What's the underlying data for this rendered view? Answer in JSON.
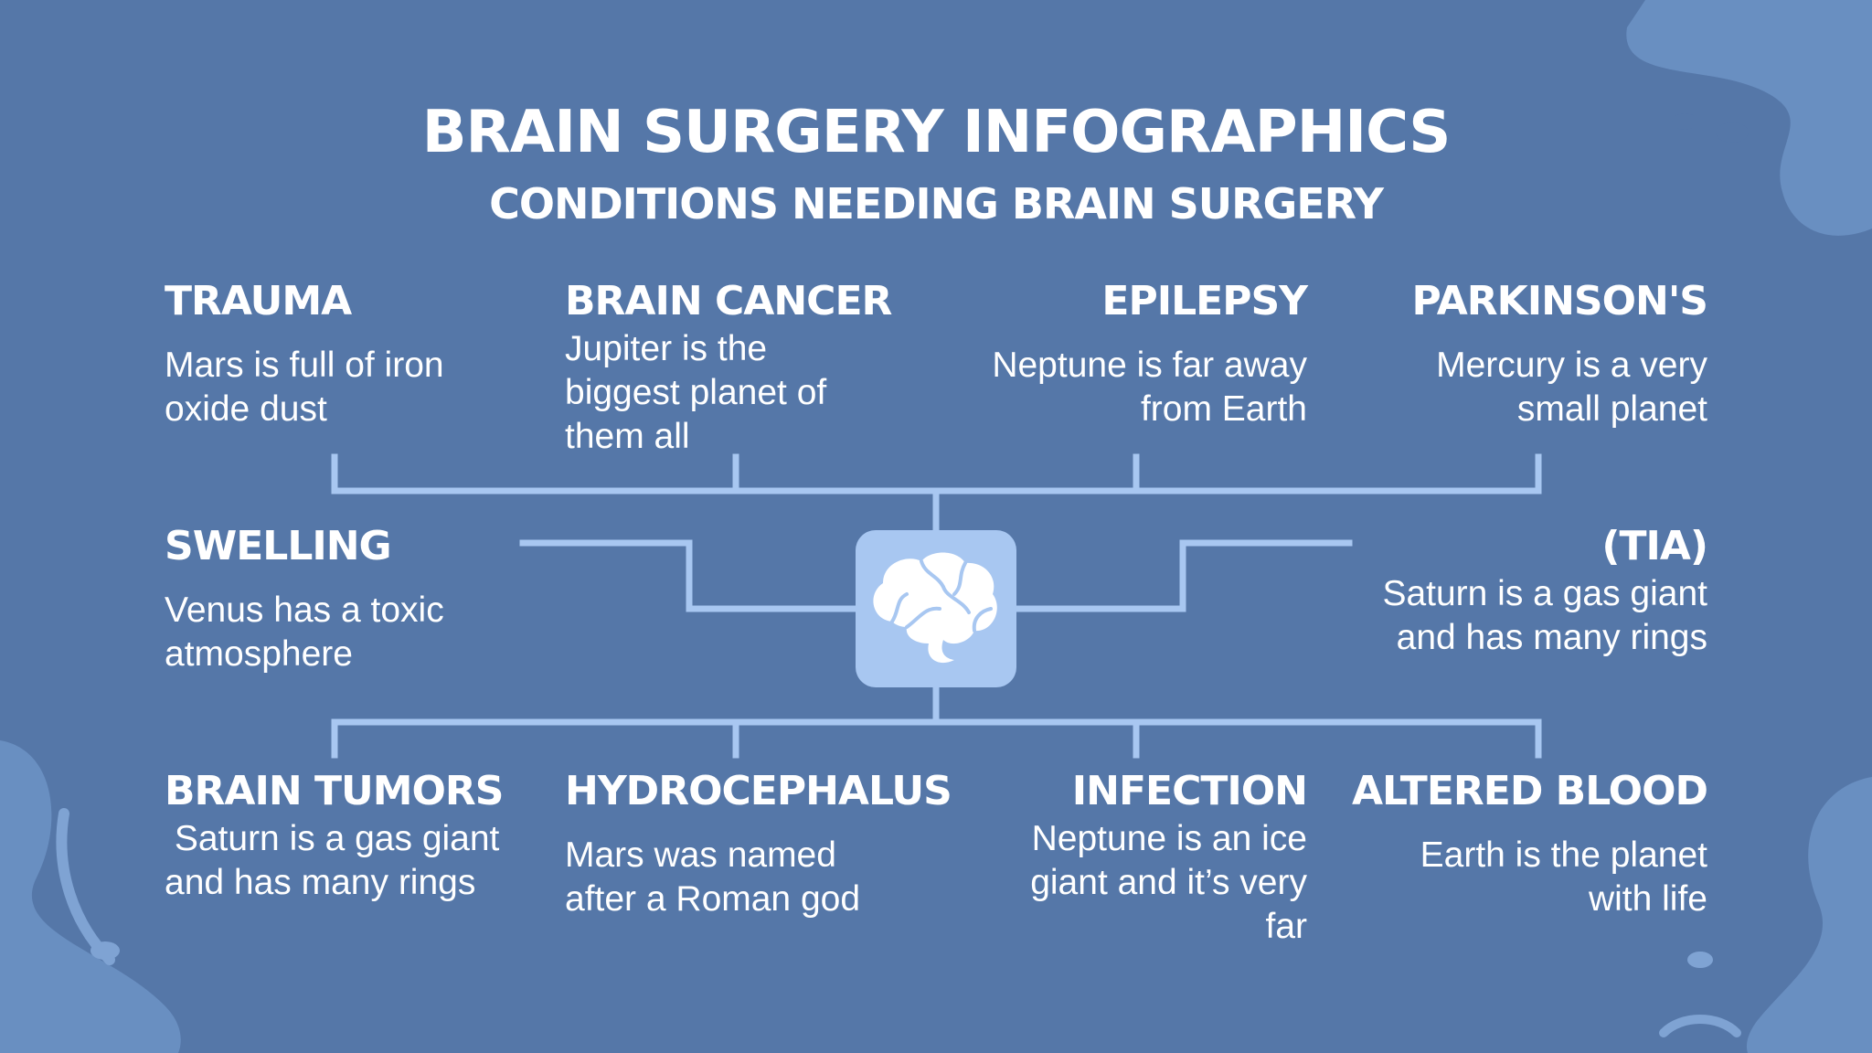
{
  "title": "BRAIN SURGERY INFOGRAPHICS",
  "subtitle": "CONDITIONS NEEDING BRAIN SURGERY",
  "colors": {
    "background": "#5577a8",
    "connector": "#a8c7f1",
    "icon_box": "#a8c7f1",
    "blob": "#6d93c6"
  },
  "center_icon": "brain-icon",
  "conditions": {
    "trauma": {
      "heading": "TRAUMA",
      "desc": "Mars is full of iron oxide dust"
    },
    "brain_cancer": {
      "heading": "BRAIN CANCER",
      "desc": "Jupiter is the biggest planet of them all"
    },
    "epilepsy": {
      "heading": "EPILEPSY",
      "desc": "Neptune is far away from Earth"
    },
    "parkinsons": {
      "heading": "PARKINSON'S",
      "desc": "Mercury is a very small planet"
    },
    "swelling": {
      "heading": "SWELLING",
      "desc": "Venus has a toxic atmosphere"
    },
    "tia": {
      "heading": "(TIA)",
      "desc": "Saturn is a gas giant and has many rings"
    },
    "brain_tumors": {
      "heading": "BRAIN TUMORS",
      "desc": " Saturn is a gas giant and has many rings"
    },
    "hydrocephalus": {
      "heading": "HYDROCEPHALUS",
      "desc": "Mars was named after a Roman god"
    },
    "infection": {
      "heading": "INFECTION",
      "desc": "Neptune is an ice giant and it’s very far"
    },
    "altered_blood": {
      "heading": "ALTERED BLOOD",
      "desc": "Earth is the planet with life"
    }
  }
}
